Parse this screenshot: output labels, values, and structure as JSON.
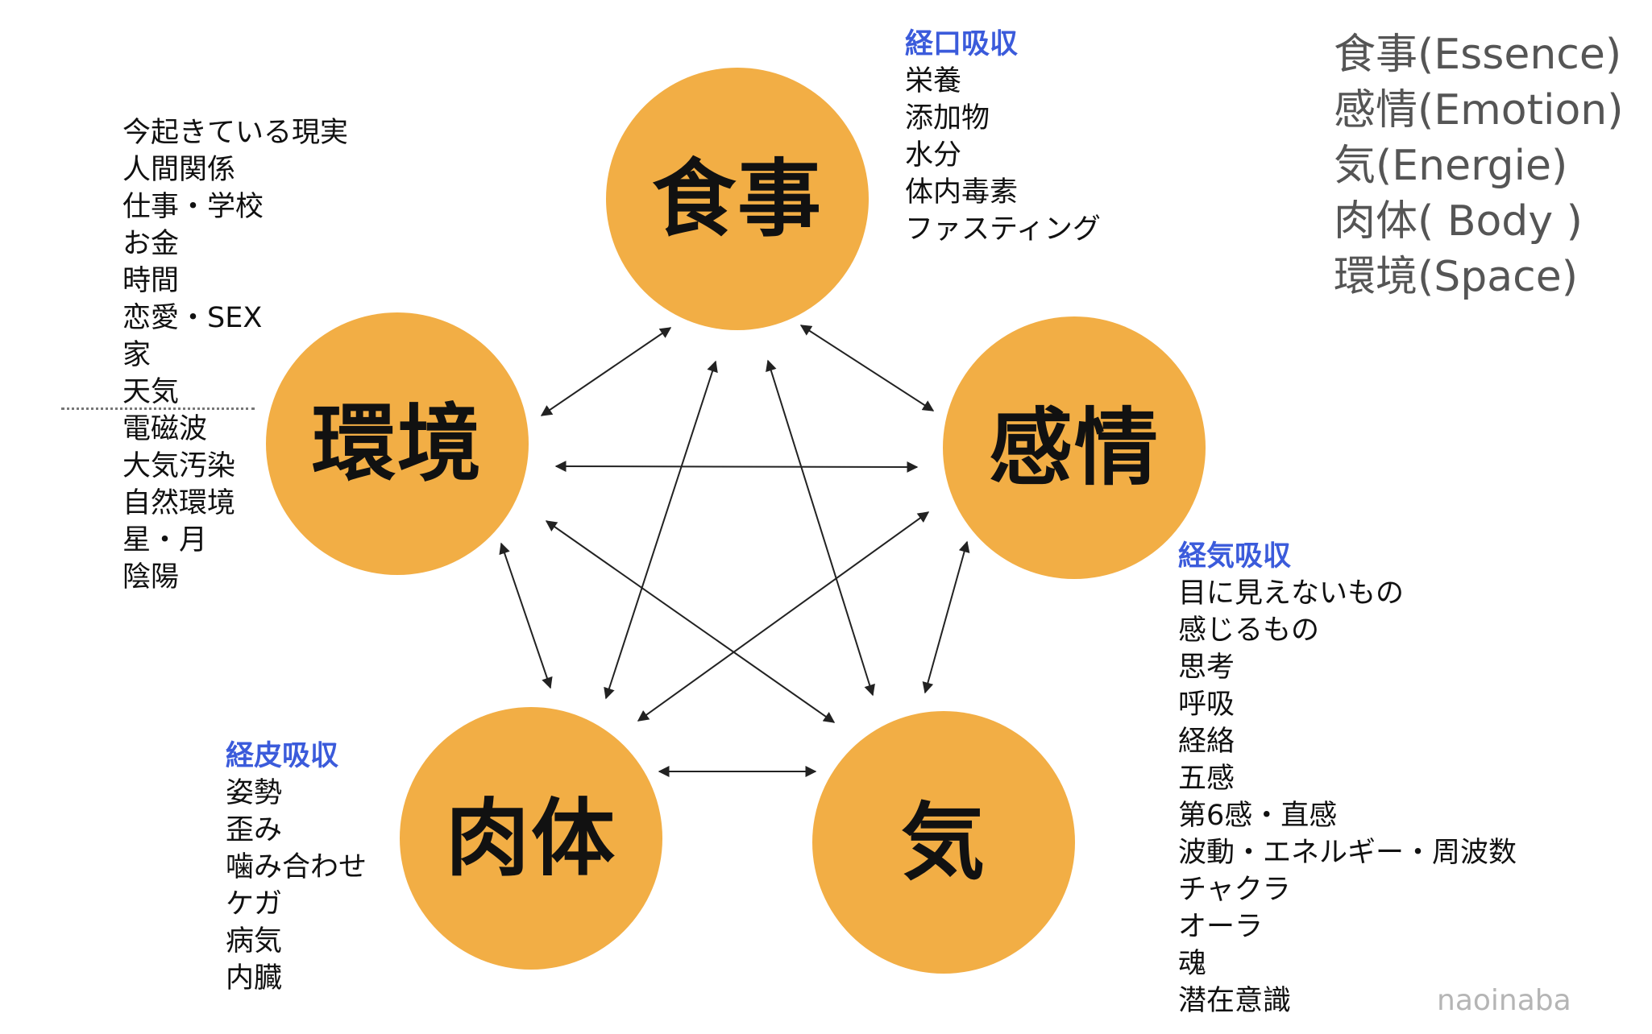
{
  "nodes": {
    "food": "食事",
    "emotion": "感情",
    "energy": "気",
    "body": "肉体",
    "environment": "環境"
  },
  "food_list": {
    "heading": "経口吸収",
    "items": [
      "栄養",
      "添加物",
      "水分",
      "体内毒素",
      "ファスティング"
    ]
  },
  "environment_list": {
    "items": [
      "今起きている現実",
      "人間関係",
      "仕事・学校",
      "お金",
      "時間",
      "恋愛・SEX",
      "家",
      "天気",
      "電磁波",
      "大気汚染",
      "自然環境",
      "星・月",
      "陰陽"
    ]
  },
  "energy_list": {
    "heading": "経気吸収",
    "items": [
      "目に見えないもの",
      "感じるもの",
      "思考",
      "呼吸",
      "経絡",
      "五感",
      "第6感・直感",
      "波動・エネルギー・周波数",
      "チャクラ",
      "オーラ",
      "魂",
      "潜在意識"
    ]
  },
  "body_list": {
    "heading": "経皮吸収",
    "items": [
      "姿勢",
      "歪み",
      "噛み合わせ",
      "ケガ",
      "病気",
      "内臓"
    ]
  },
  "legend": {
    "items": [
      "食事(Essence)",
      "感情(Emotion)",
      "気(Energie)",
      "肉体( Body )",
      "環境(Space)"
    ]
  },
  "credit": "naoinaba",
  "colors": {
    "node_fill": "#F2AE45",
    "heading": "#3B5BDB",
    "legend_text": "#555555",
    "arrow": "#222222"
  }
}
